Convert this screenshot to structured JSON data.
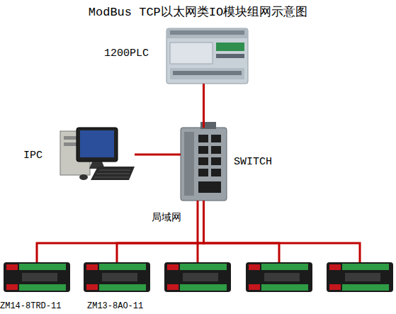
{
  "diagram": {
    "title": "ModBus TCP以太网类IO模块组网示意图",
    "nodes": [
      {
        "text": [
          "1200PLC"
        ]
      },
      {
        "text": [
          "IPC"
        ]
      },
      {
        "text": [
          "SWITCH"
        ]
      },
      {
        "text": [
          "ZM14-8TRD-11"
        ]
      },
      {
        "text": [
          "ZM13-8AO-11"
        ]
      },
      {
        "text": []
      },
      {
        "text": []
      },
      {
        "text": []
      }
    ],
    "edges": [
      {
        "from": 0,
        "to": 2,
        "arrow": "none"
      },
      {
        "from": 1,
        "to": 2,
        "arrow": "none"
      },
      {
        "from": 2,
        "to": 3,
        "arrow": "none"
      },
      {
        "from": 2,
        "to": 4,
        "arrow": "none"
      },
      {
        "from": 2,
        "to": 5,
        "arrow": "none"
      },
      {
        "from": 2,
        "to": 6,
        "arrow": "none"
      },
      {
        "from": 2,
        "to": 7,
        "arrow": "none"
      }
    ],
    "labels": [
      "局域网"
    ]
  }
}
